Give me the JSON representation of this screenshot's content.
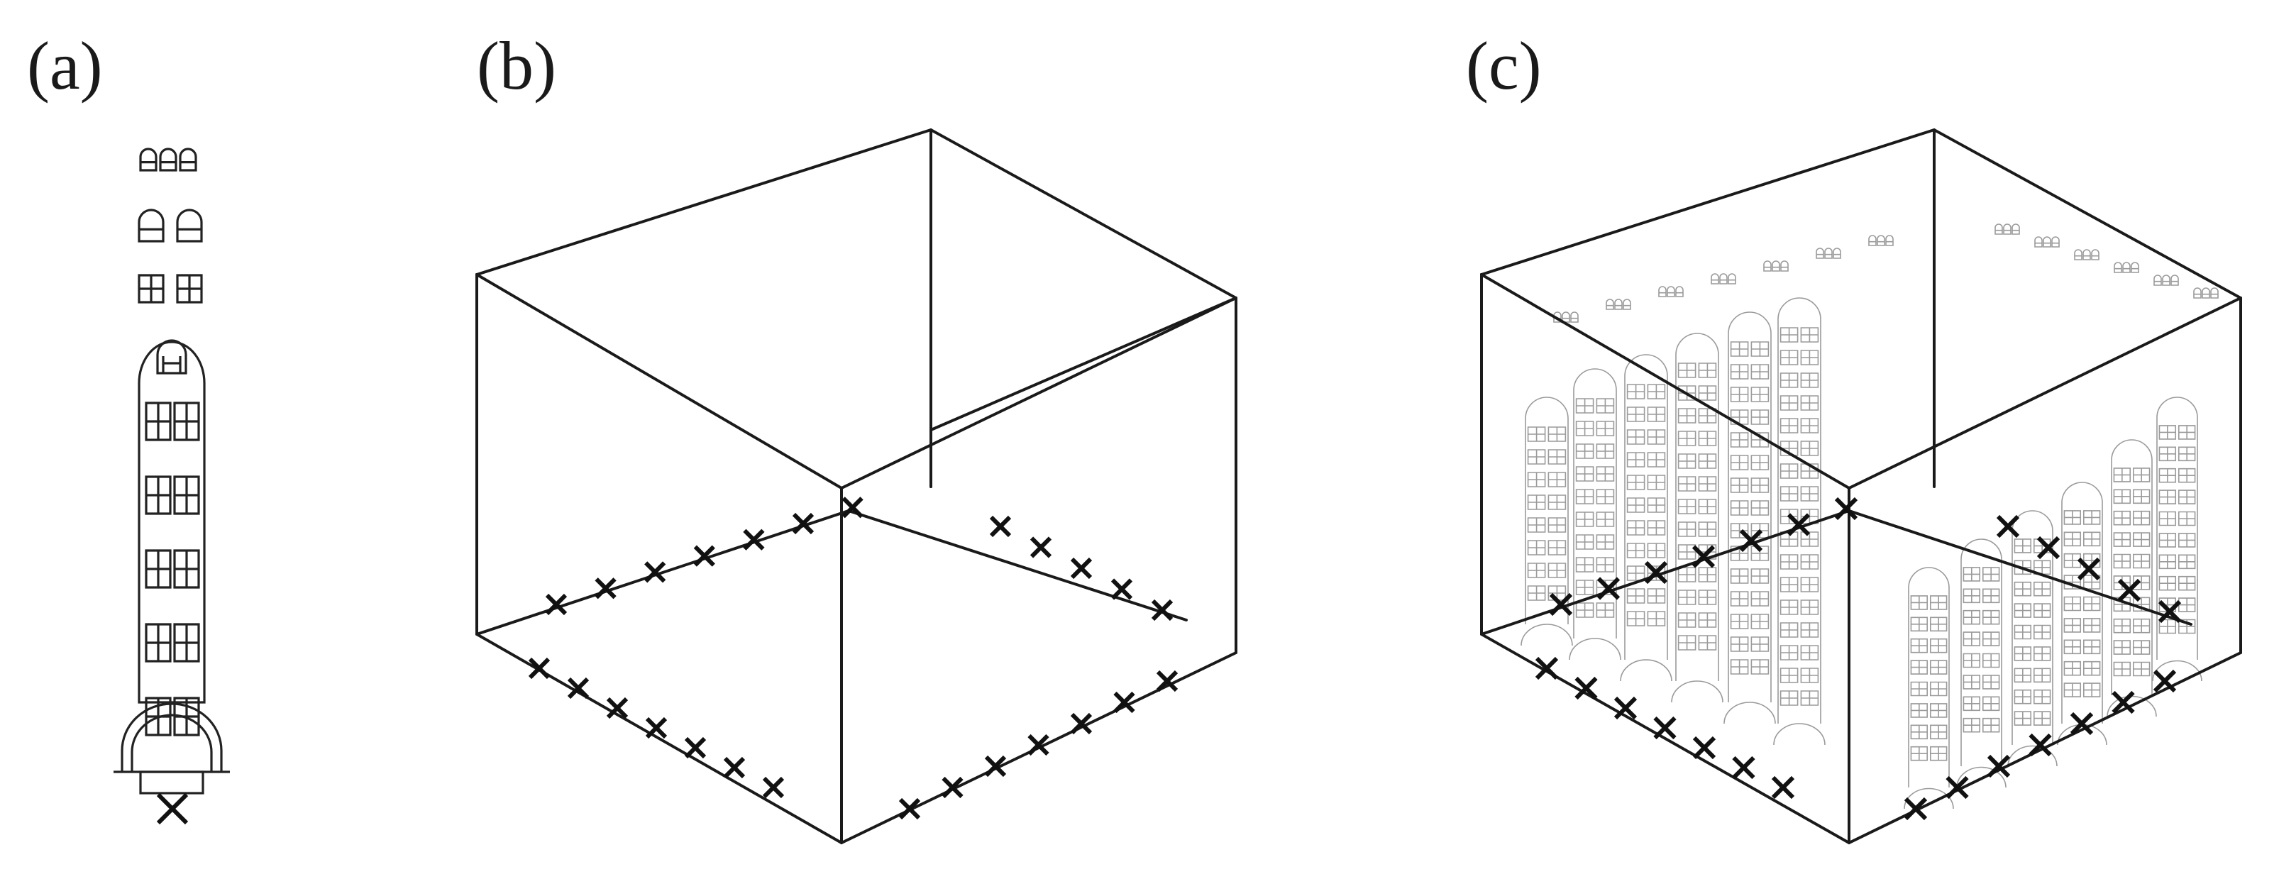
{
  "figure": {
    "panels": [
      {
        "id": "a",
        "label": "(a)"
      },
      {
        "id": "b",
        "label": "(b)"
      },
      {
        "id": "c",
        "label": "(c)"
      }
    ]
  },
  "colors": {
    "line": "#1a1a1a",
    "marker": "#111111",
    "facade_faint": "#9a9a9a",
    "background": "#ffffff"
  }
}
